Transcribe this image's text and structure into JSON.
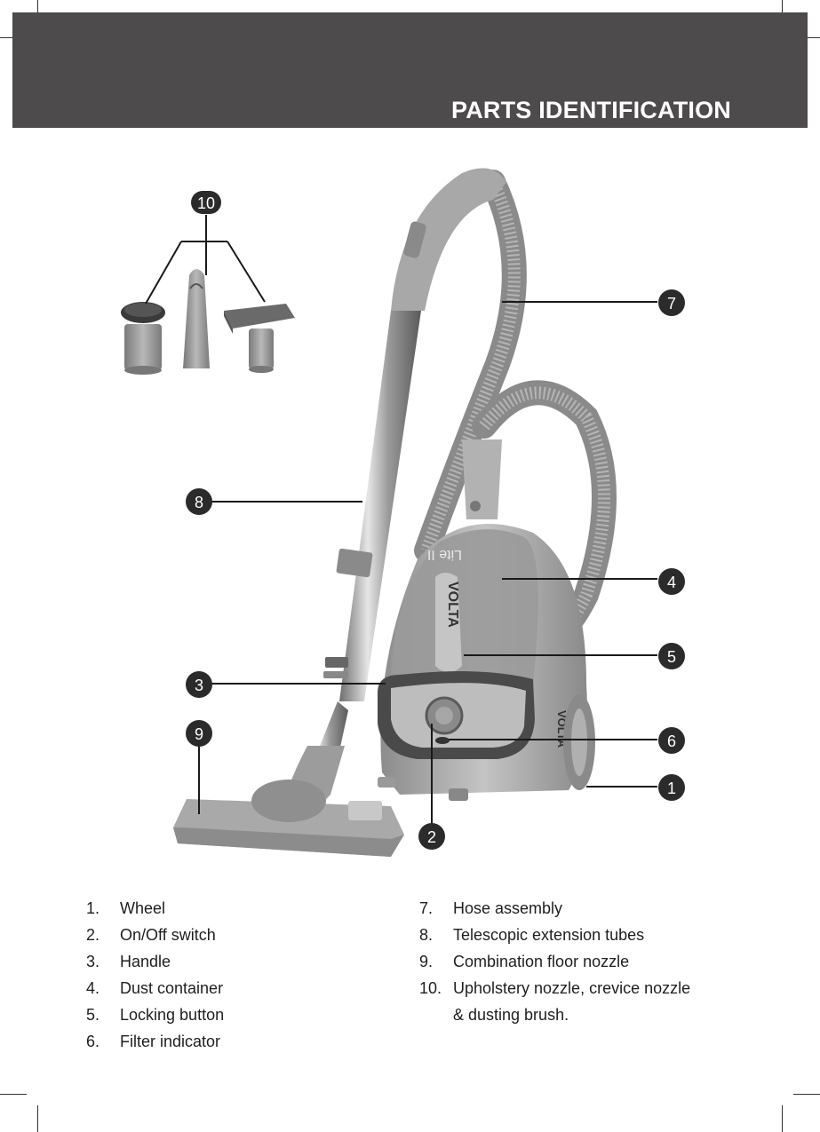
{
  "header": {
    "title": "PARTS IDENTIFICATION"
  },
  "callouts": [
    "1",
    "2",
    "3",
    "4",
    "5",
    "6",
    "7",
    "8",
    "9",
    "10"
  ],
  "colors": {
    "header_bg": "#4d4b4c",
    "callout_bg": "#2b2b2b"
  },
  "brand": {
    "name": "VOLTA",
    "model": "Lite II"
  },
  "parts_list": [
    {
      "num": "1.",
      "label": "Wheel"
    },
    {
      "num": "2.",
      "label": "On/Off switch"
    },
    {
      "num": "3.",
      "label": "Handle"
    },
    {
      "num": "4.",
      "label": "Dust container"
    },
    {
      "num": "5.",
      "label": "Locking button"
    },
    {
      "num": "6.",
      "label": "Filter indicator"
    },
    {
      "num": "7.",
      "label": "Hose assembly"
    },
    {
      "num": "8.",
      "label": "Telescopic extension tubes"
    },
    {
      "num": "9.",
      "label": "Combination floor nozzle"
    },
    {
      "num": "10.",
      "label": "Upholstery nozzle, crevice nozzle"
    },
    {
      "num": "",
      "label": "& dusting brush."
    }
  ]
}
